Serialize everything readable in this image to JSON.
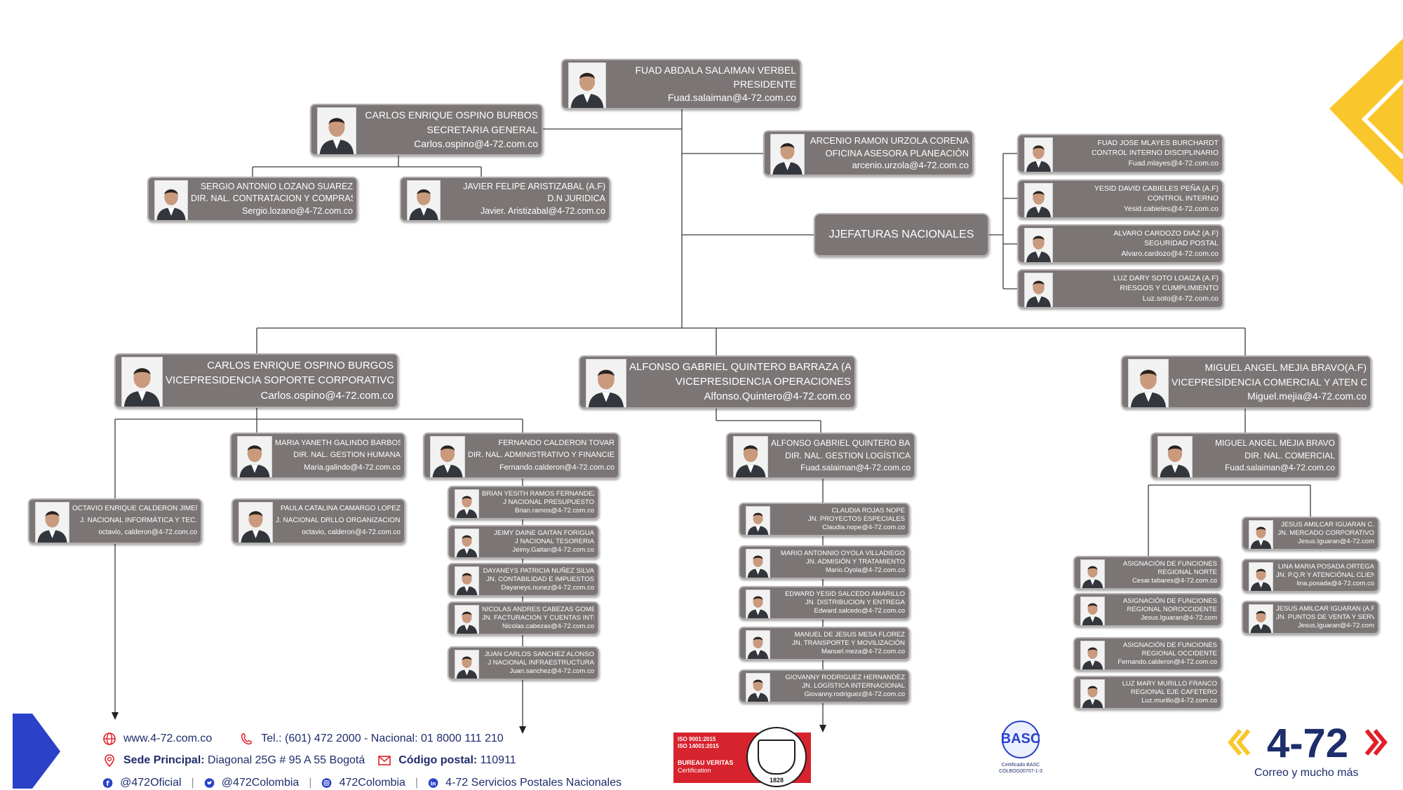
{
  "colors": {
    "card_bg": "#7b7575",
    "line": "#3c3c3c",
    "brand_blue": "#2a41c8",
    "brand_yellow": "#f9c72b",
    "brand_red": "#e21e27"
  },
  "people": [
    {
      "key": "presidente",
      "line1": "FUAD ABDALA SALAIMAN VERBEL",
      "line2": "PRESIDENTE",
      "line3": "Fuad.salaiman@4-72.com.co"
    },
    {
      "key": "secretaria-general",
      "line1": "CARLOS ENRIQUE OSPINO BURBOS",
      "line2": "SECRETARIA GENERAL",
      "line3": "Carlos.ospino@4-72.com.co"
    },
    {
      "key": "oficina-planeacion",
      "line1": "ARCENIO RAMON URZOLA CORENA",
      "line2": "OFICINA ASESORA PLANEACIÓN",
      "line3": "arcenio.urzola@4-72.com.co"
    },
    {
      "key": "dir-contratacion",
      "line1": "SERGIO ANTONIO LOZANO SUAREZ",
      "line2": "DIR. NAL. CONTRATACION Y COMPRAS",
      "line3": "Sergio.lozano@4-72.com.co"
    },
    {
      "key": "dn-juridica",
      "line1": "JAVIER FELIPE ARISTIZABAL (A.F)",
      "line2": "D.N JURIDICA",
      "line3": "Javier. Aristizabal@4-72.com.co"
    },
    {
      "key": "control-disciplinario",
      "line1": "FUAD JOSE MLAYES BURCHARDT",
      "line2": "CONTROL INTERNO DISCIPLINARIO",
      "line3": "Fuad.mlayes@4-72.com.co"
    },
    {
      "key": "control-interno",
      "line1": "YESID DAVID CABIELES PEÑA (A.F)",
      "line2": "CONTROL INTERNO",
      "line3": "Yesid.cabieles@4-72.com.co"
    },
    {
      "key": "seguridad-postal",
      "line1": "ALVARO CARDOZO DIAZ (A.F)",
      "line2": "SEGURIDAD POSTAL",
      "line3": "Alvaro.cardozo@4-72.com.co"
    },
    {
      "key": "riesgos",
      "line1": "LUZ DARY SOTO LOAIZA (A.F)",
      "line2": "RIESGOS Y CUMPLIMIENTO",
      "line3": "Luz.soto@4-72.com.co"
    },
    {
      "key": "vp-soporte",
      "line1": "CARLOS ENRIQUE OSPINO BURGOS",
      "line2": "VICEPRESIDENCIA SOPORTE CORPORATIVO (A.F)",
      "line3": "Carlos.ospino@4-72.com.co"
    },
    {
      "key": "vp-operaciones",
      "line1": "ALFONSO GABRIEL QUINTERO  BARRAZA (A.F)",
      "line2": "VICEPRESIDENCIA OPERACIONES",
      "line3": "Alfonso.Quintero@4-72.com.co"
    },
    {
      "key": "vp-comercial",
      "line1": "MIGUEL ANGEL MEJIA BRAVO(A.F)",
      "line2": "VICEPRESIDENCIA COMERCIAL Y  ATEN CLIENTE",
      "line3": "Miguel.mejia@4-72.com.co"
    },
    {
      "key": "dir-gestion-humana",
      "line1": "MARIA YANETH GALINDO BARBOSA",
      "line2": "DIR. NAL. GESTION HUMANA",
      "line3": "Maria.galindo@4-72.com.co"
    },
    {
      "key": "dir-administrativo",
      "line1": "FERNANDO CALDERON TOVAR",
      "line2": "DIR. NAL. ADMINISTRATIVO Y FINANCIERO",
      "line3": "Fernando.calderon@4-72.com.co"
    },
    {
      "key": "j-informatica",
      "line1": "OCTAVIO ENRIQUE CALDERON JIMENEZ (A.F)",
      "line2": "J. NACIONAL INFORMÁTICA Y TEC.",
      "line3": "octavio, calderon@4-72.com.co"
    },
    {
      "key": "j-desarrollo",
      "line1": "PAULA CATALINA CAMARGO LOPEZ",
      "line2": "J. NACIONAL DRLLO ORGANIZACIONAL.",
      "line3": "octavio, calderon@4-72.com.co"
    },
    {
      "key": "j-presupuesto",
      "line1": "BRIAN YESITH RAMOS FERNANDEZ",
      "line2": "J NACIONAL  PRESUPUESTO",
      "line3": "Brian.ramos@4-72.com.co"
    },
    {
      "key": "j-tesoreria",
      "line1": "JEIMY DAINE GAITAN FORIGUA",
      "line2": "J NACIONAL  TESORERIA",
      "line3": "Jeimy.Gaitan@4-72.com.co"
    },
    {
      "key": "j-contabilidad",
      "line1": "DAYANEYS PATRICIA NUÑEZ SILVA",
      "line2": "JN. CONTABILIDAD E IMPUESTOS",
      "line3": "Dayaneys.nunez@4-72.com.co"
    },
    {
      "key": "j-facturacion",
      "line1": "NICOLAS ANDRES CABEZAS GOMEZ",
      "line2": "JN. FACTURACION Y CUENTAS INTER",
      "line3": "Nicolas.cabezas@4-72.com.co"
    },
    {
      "key": "j-infraestructura",
      "line1": "JUAN CARLOS SANCHEZ ALONSO",
      "line2": "J NACIONAL  INFRAESTRUCTURA",
      "line3": "Juan.sanchez@4-72.com.co"
    },
    {
      "key": "dir-gestion-logistica",
      "line1": "ALFONSO GABRIEL QUINTERO  BARRAZA",
      "line2": "DIR. NAL. GESTION LOGÍSTICA",
      "line3": "Fuad.salaiman@4-72.com.co"
    },
    {
      "key": "jn-proyectos",
      "line1": "CLAUDIA ROJAS NOPE",
      "line2": "JN. PROYECTOS ESPECIALES",
      "line3": "Claudia.nope@4-72.com.co"
    },
    {
      "key": "jn-admision",
      "line1": "MARIO ANTONNIO OYOLA VILLADIEGO",
      "line2": "JN. ADMISIÓN Y TRATAMIENTO",
      "line3": "Mario.Oyola@4-72.com.co"
    },
    {
      "key": "jn-distribucion",
      "line1": "EDWARD YESID SALCEDO AMARILLO",
      "line2": "JN. DISTRIBUCION Y ENTREGA",
      "line3": "Edward.salcedo@4-72.com.co"
    },
    {
      "key": "jn-transporte",
      "line1": "MANUEL DE JESUS MESA FLOREZ",
      "line2": "JN. TRANSPORTE Y MOVILIZACIÓN",
      "line3": "Manuel.meza@4-72.com.co"
    },
    {
      "key": "jn-logistica-int",
      "line1": "GIOVANNY RODRIGUEZ HERNANDEZ",
      "line2": "JN. LOGÍSTICA INTERNACIONAL",
      "line3": "Giovanny.rodriguez@4-72.com.co"
    },
    {
      "key": "dir-comercial",
      "line1": "MIGUEL ANGEL MEJIA BRAVO",
      "line2": "DIR. NAL. COMERCIAL",
      "line3": "Fuad.salaiman@4-72.com.co"
    },
    {
      "key": "reg-norte",
      "line1": "ASIGNACIÓN DE FUNCIONES",
      "line2": "REGIONAL NORTE",
      "line3": "Cesar.tabares@4-72.com.co"
    },
    {
      "key": "reg-noroccidente",
      "line1": "ASIGNACIÓN DE FUNCIONES",
      "line2": "REGIONAL NOROCCIDENTE",
      "line3": "Jesus.Iguaran@4-72.com"
    },
    {
      "key": "reg-occidente",
      "line1": "ASIGNACIÓN DE FUNCIONES",
      "line2": "REGIONAL OCCIDENTE",
      "line3": "Fernando.calderon@4-72.com.co"
    },
    {
      "key": "reg-eje-cafetero",
      "line1": "LUZ MARY MURILLO FRANCO",
      "line2": "REGIONAL EJE CAFETERO",
      "line3": "Luz.murillo@4-72.com.co"
    },
    {
      "key": "jn-mercado",
      "line1": "JESUS AMILCAR IGUARAN C.",
      "line2": "JN. MERCADO CORPORATIVO",
      "line3": "Jesus.Iguaran@4-72.com"
    },
    {
      "key": "jn-pqr",
      "line1": "LINA MARIA POSADA ORTEGA",
      "line2": "JN. P.Q.R Y ATENCIÓNAL CLIENTE",
      "line3": "lina.posada@4-72.com.co"
    },
    {
      "key": "jn-puntos-venta",
      "line1": "JESUS AMILCAR IGUARAN  (A.F).",
      "line2": "JN. PUNTOS DE VENTA Y SERV. RN",
      "line3": "Jesus.Iguaran@4-72.com"
    }
  ],
  "jefaturas": "JJEFATURAS NACIONALES",
  "footer": {
    "web": "www.4-72.com.co",
    "tel": "Tel.: (601) 472 2000 - Nacional: 01 8000 111 210",
    "sede_label": "Sede Principal:",
    "sede_value": "Diagonal 25G # 95 A 55 Bogotá",
    "cp_label": "Código postal:",
    "cp_value": "110911",
    "facebook": "@472Oficial",
    "twitter": "@472Colombia",
    "instagram": "472Colombia",
    "linkedin": "4-72 Servicios Postales Nacionales",
    "sep": "|"
  },
  "bv": {
    "iso1": "ISO 9001:2015",
    "iso2": "ISO 14001:2015",
    "name": "BUREAU VERITAS",
    "cert": "Certification",
    "year": "1828"
  },
  "basc": {
    "logo": "BASC",
    "line1": "Certificado BASC",
    "line2": "COLBOG00707-1-3"
  },
  "brand": {
    "logo": "4-72",
    "slogan": "Correo y mucho más"
  }
}
